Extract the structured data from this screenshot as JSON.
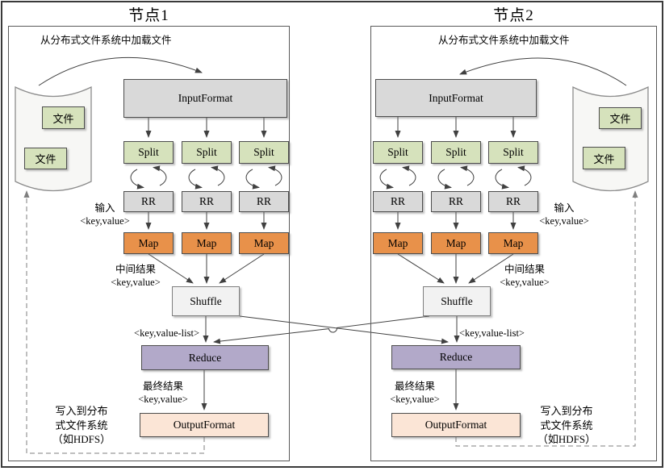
{
  "colors": {
    "green-fill": "#d6e2bc",
    "gray-fill": "#d9d9d9",
    "orange-fill": "#e8914a",
    "purple-fill": "#b2a9c9",
    "peach-fill": "#fbe5d6",
    "shuffle-fill": "#f2f2f2",
    "line": "#404040",
    "dash": "#7f7f7f"
  },
  "nodes": [
    {
      "title": "节点1",
      "load_label": "从分布式文件系统中加载文件",
      "files": [
        "文件",
        "文件"
      ],
      "input_format": "InputFormat",
      "splits": [
        "Split",
        "Split",
        "Split"
      ],
      "rrs": [
        "RR",
        "RR",
        "RR"
      ],
      "maps": [
        "Map",
        "Map",
        "Map"
      ],
      "input_annotation": {
        "line1": "输入",
        "line2": "<key,value>"
      },
      "intermediate_annotation": {
        "line1": "中间结果",
        "line2": "<key,value>"
      },
      "shuffle": "Shuffle",
      "kv_list_label": "<key,value-list>",
      "reduce": "Reduce",
      "final_annotation": {
        "line1": "最终结果",
        "line2": "<key,value>"
      },
      "output_format": "OutputFormat",
      "write_annotation": {
        "line1": "写入到分布",
        "line2": "式文件系统",
        "line3": "（如HDFS）"
      }
    },
    {
      "title": "节点2",
      "load_label": "从分布式文件系统中加载文件",
      "files": [
        "文件",
        "文件"
      ],
      "input_format": "InputFormat",
      "splits": [
        "Split",
        "Split",
        "Split"
      ],
      "rrs": [
        "RR",
        "RR",
        "RR"
      ],
      "maps": [
        "Map",
        "Map",
        "Map"
      ],
      "input_annotation": {
        "line1": "输入",
        "line2": "<key,value>"
      },
      "intermediate_annotation": {
        "line1": "中间结果",
        "line2": "<key,value>"
      },
      "shuffle": "Shuffle",
      "kv_list_label": "<key,value-list>",
      "reduce": "Reduce",
      "final_annotation": {
        "line1": "最终结果",
        "line2": "<key,value>"
      },
      "output_format": "OutputFormat",
      "write_annotation": {
        "line1": "写入到分布",
        "line2": "式文件系统",
        "line3": "（如HDFS）"
      }
    }
  ]
}
